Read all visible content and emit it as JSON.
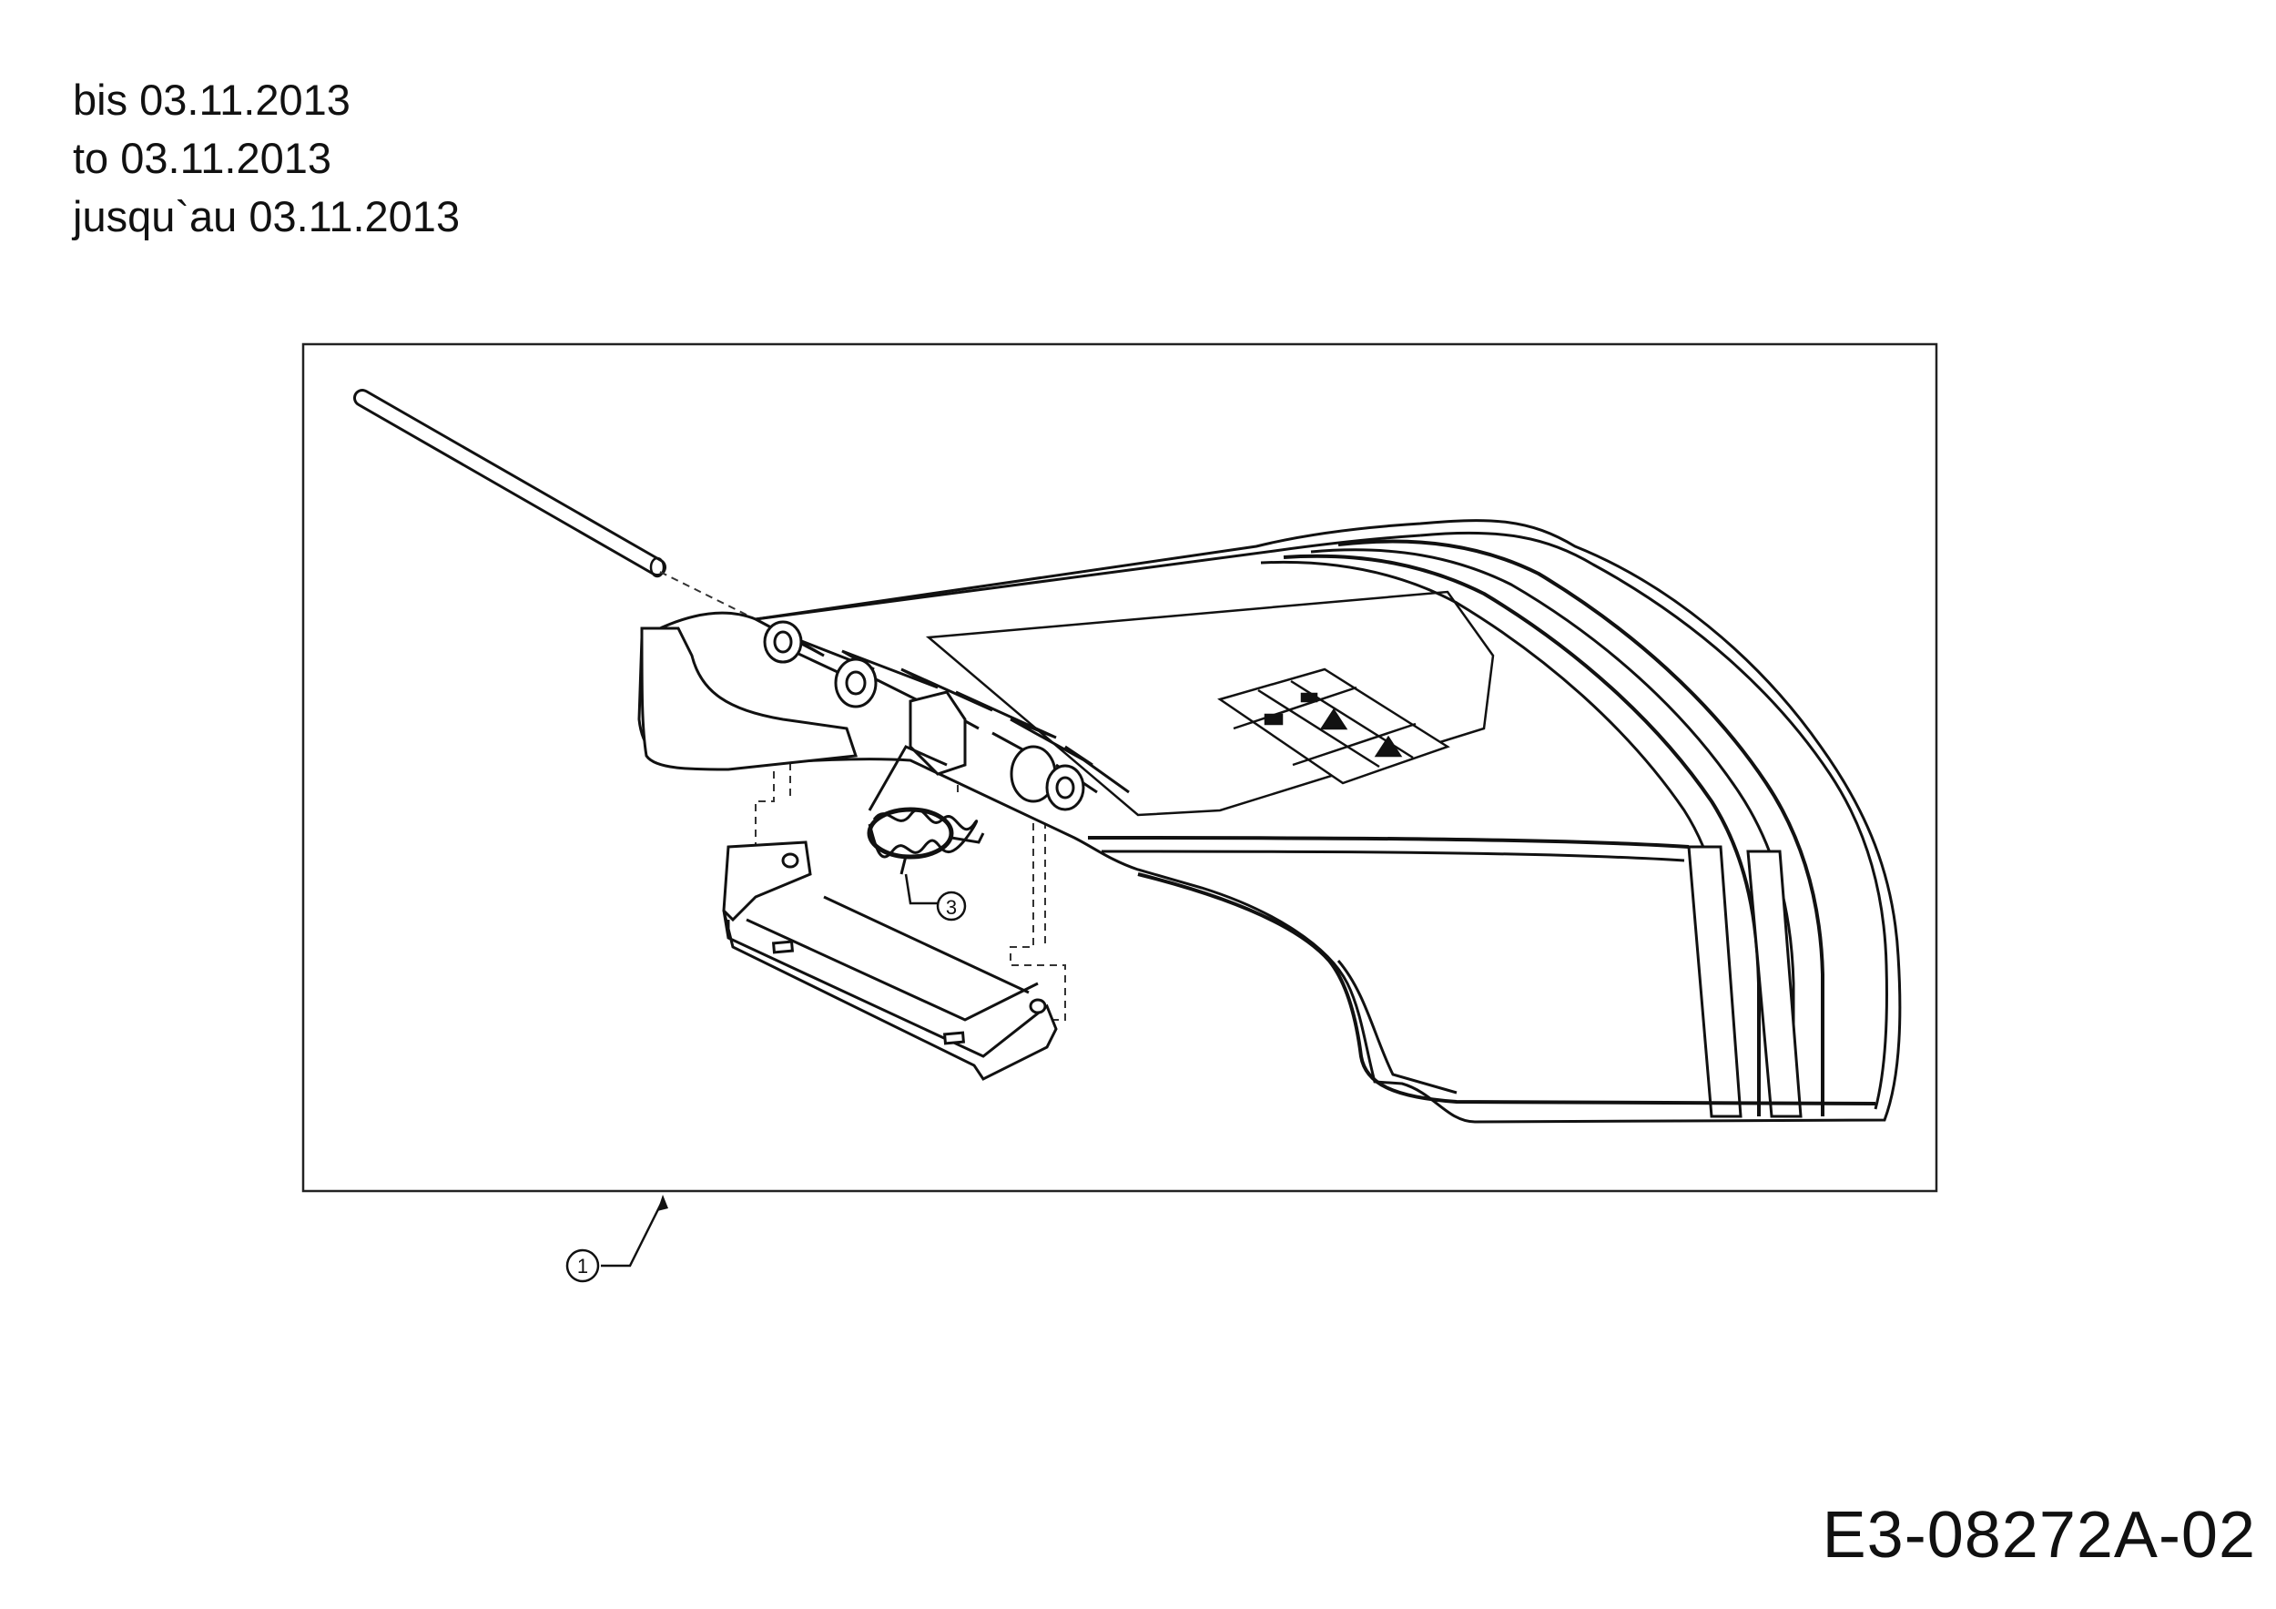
{
  "header": {
    "line_de": "bis 03.11.2013",
    "line_en": "to 03.11.2013",
    "line_fr": "jusqu`au 03.11.2013"
  },
  "callouts": {
    "assembly": "1",
    "spring": "3"
  },
  "drawing_code": "E3-08272A-02"
}
